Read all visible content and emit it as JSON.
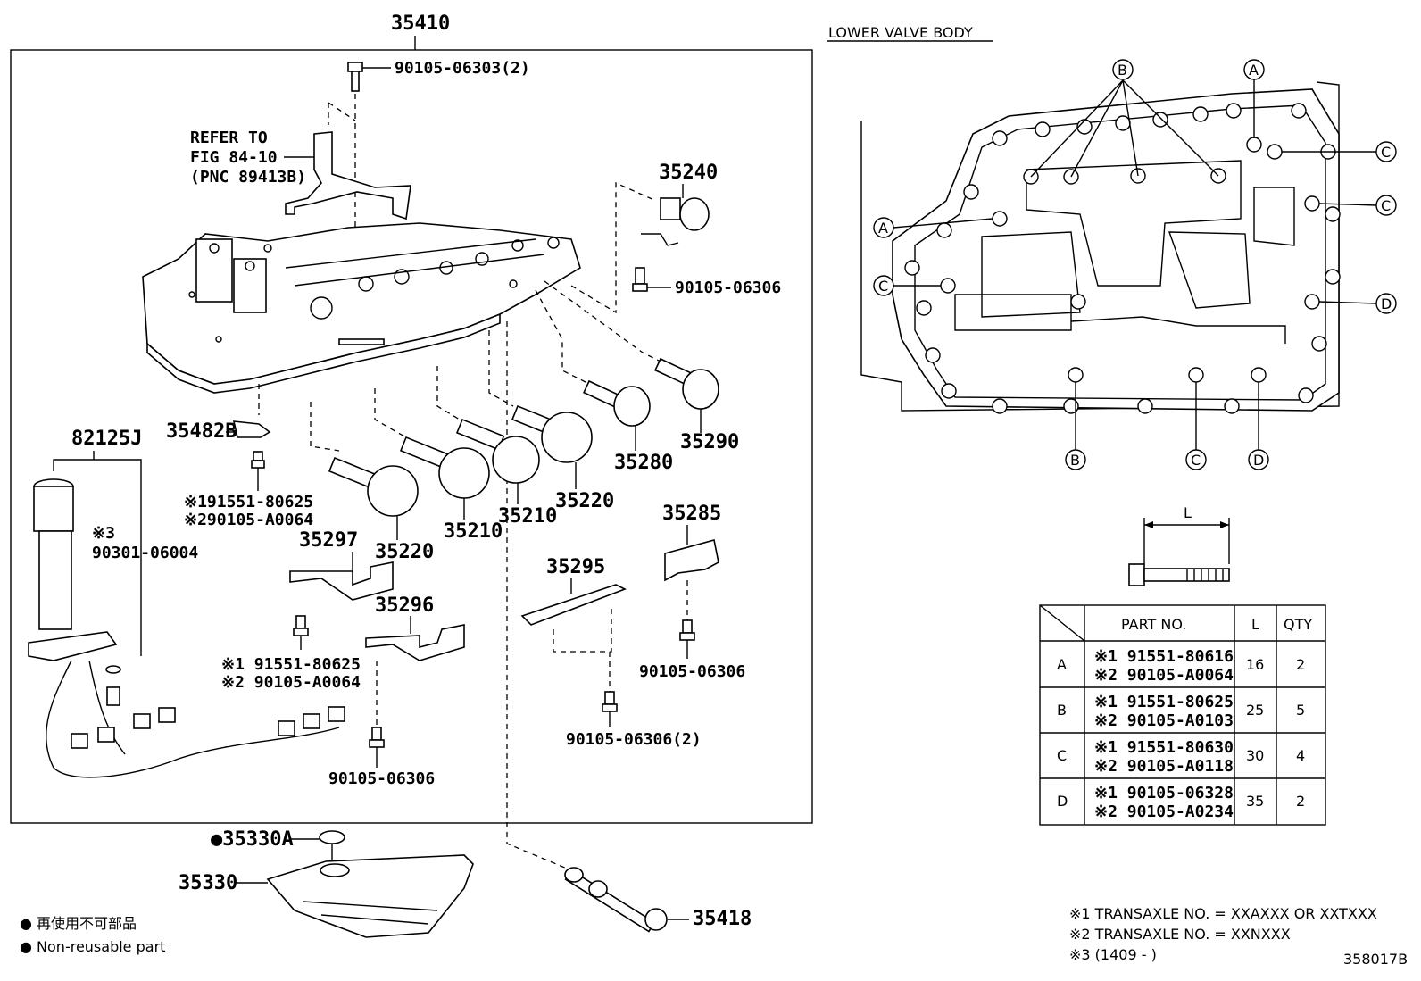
{
  "header": {
    "assembly_number": "35410",
    "lower_valve_body_title": "LOWER VALVE BODY"
  },
  "callouts": {
    "bolt_top": "90105-06303(2)",
    "refer_line1": "REFER TO",
    "refer_line2": "FIG 84-10",
    "refer_line3": "(PNC 89413B)",
    "p35240": "35240",
    "bolt_35240": "90105-06306",
    "p35290": "35290",
    "p35280": "35280",
    "p35220_right": "35220",
    "p35210_right": "35210",
    "p35210_left": "35210",
    "p35220_left": "35220",
    "p35482b": "35482B",
    "bolt_35482b_1": "※191551-80625",
    "bolt_35482b_2": "※290105-A0064",
    "p82125j": "82125J",
    "note3_mark": "※3",
    "note3_part": "90301-06004",
    "p35297": "35297",
    "bolt_35297_1": "※1 91551-80625",
    "bolt_35297_2": "※2 90105-A0064",
    "p35296": "35296",
    "bolt_35296": "90105-06306",
    "p35295": "35295",
    "bolt_35295": "90105-06306(2)",
    "p35285": "35285",
    "bolt_35285": "90105-06306",
    "p35330a": "●35330A",
    "p35330": "35330",
    "p35418": "35418"
  },
  "legend": {
    "line1": "● 再使用不可部品",
    "line2": "● Non-reusable part"
  },
  "diagram_markers": {
    "A": "A",
    "B": "B",
    "C": "C",
    "D": "D"
  },
  "bolt_dimension_label": "L",
  "bolt_table": {
    "headers": [
      "",
      "PART NO.",
      "L",
      "QTY"
    ],
    "rows": [
      {
        "key": "A",
        "part1": "※1 91551-80616",
        "part2": "※2 90105-A0064",
        "L": "16",
        "qty": "2"
      },
      {
        "key": "B",
        "part1": "※1 91551-80625",
        "part2": "※2 90105-A0103",
        "L": "25",
        "qty": "5"
      },
      {
        "key": "C",
        "part1": "※1 91551-80630",
        "part2": "※2 90105-A0118",
        "L": "30",
        "qty": "4"
      },
      {
        "key": "D",
        "part1": "※1 90105-06328",
        "part2": "※2 90105-A0234",
        "L": "35",
        "qty": "2"
      }
    ]
  },
  "footnotes": {
    "n1": "※1 TRANSAXLE NO. = XXAXXX OR XXTXXX",
    "n2": "※2 TRANSAXLE NO. = XXNXXX",
    "n3": "※3 (1409 -        )"
  },
  "figure_id": "358017B"
}
